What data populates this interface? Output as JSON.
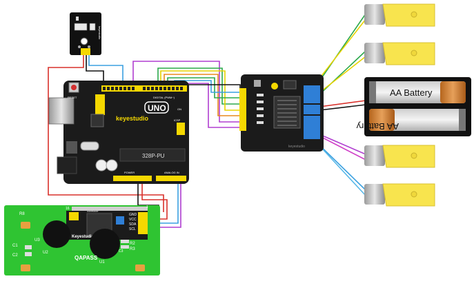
{
  "uno": {
    "brand": "keyestudio",
    "model": "UNO",
    "chip": "328P-PU",
    "reset_label": "RESET",
    "digital_label": "DIGITAL (PWM~)",
    "power_label": "POWER",
    "analog_label": "ANALOG IN",
    "on_label": "ON",
    "icsp_label": "ICSP"
  },
  "motor_driver": {
    "brand": "keyestudio"
  },
  "battery": {
    "label_top": "AA Battery",
    "label_bottom": "AA Battery"
  },
  "lcd": {
    "brand": "Keyestudio",
    "model": "QAPASS",
    "pin_labels": [
      "GND",
      "VCC",
      "SDA",
      "SCL"
    ],
    "u1": "U1",
    "u2": "U2",
    "u3": "U3",
    "r8": "R8",
    "c1": "C1",
    "c2": "C2",
    "r2": "R2",
    "r3": "R3",
    "c3": "C3",
    "pin1": "1",
    "pin16": "16",
    "contrast": "CONTRAST"
  },
  "colors": {
    "pcb": "#1b1b1b",
    "header": "#f5d800",
    "lcd_green": "#2fc432",
    "motor_yellow": "#f8e44e",
    "wire_red": "#d9302a",
    "wire_green": "#2aa84a",
    "wire_yellow": "#e8d300",
    "wire_blue": "#3aa0e0",
    "wire_purple": "#b03ed0",
    "wire_orange": "#e88a1e",
    "wire_black": "#111111"
  }
}
